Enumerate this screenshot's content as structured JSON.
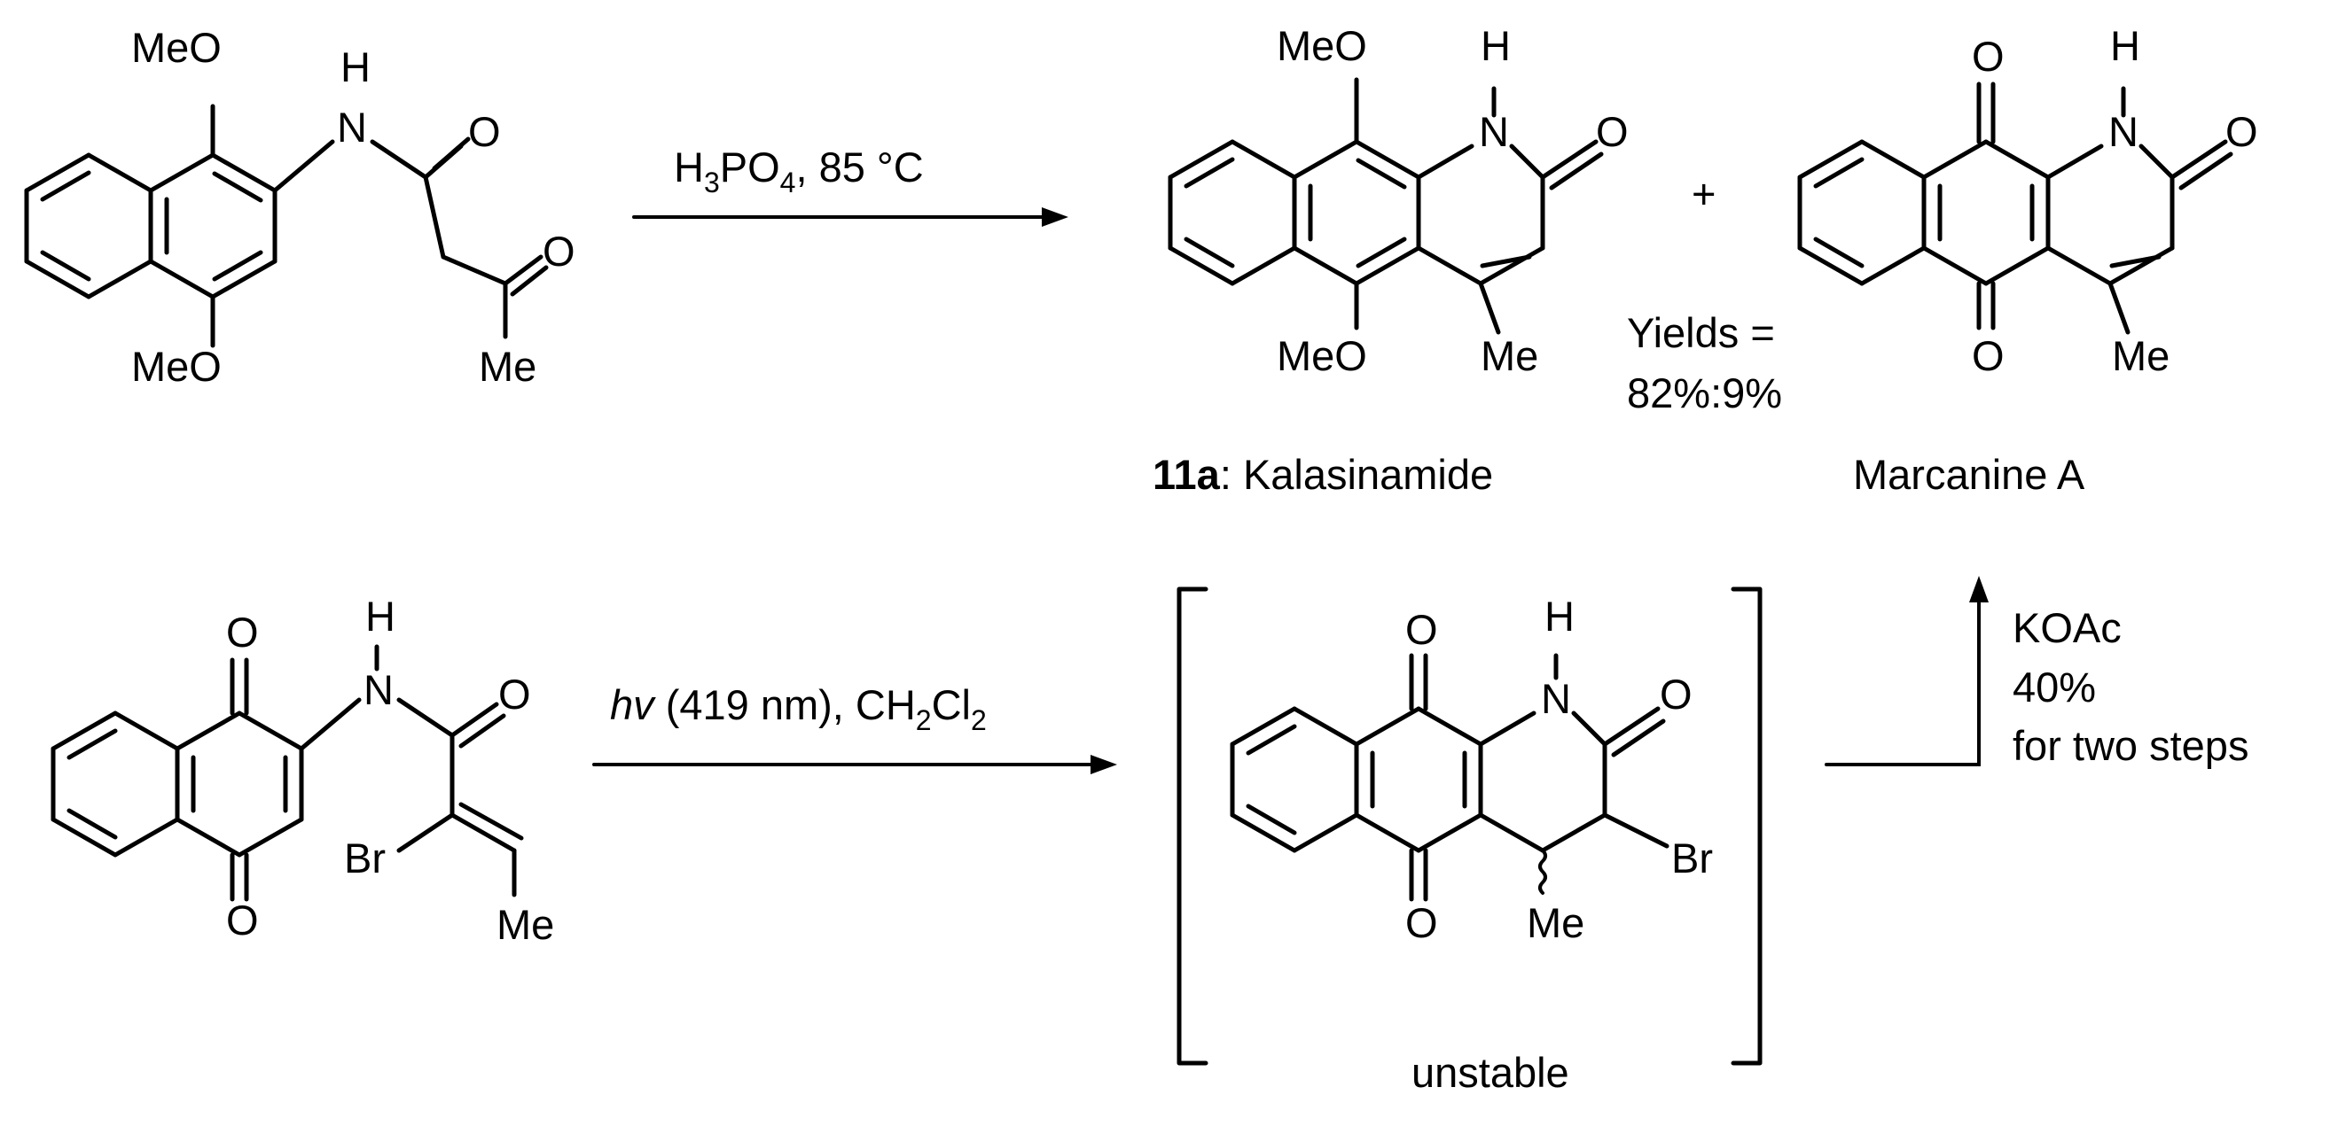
{
  "atoms": {
    "meo": "MeO",
    "h": "H",
    "n": "N",
    "o": "O",
    "me": "Me",
    "br": "Br"
  },
  "reaction1": {
    "conditions": {
      "reagent_main": "H",
      "reagent_sub1": "3",
      "reagent_mid": "PO",
      "reagent_sub2": "4",
      "reagent_tail": ", 85 °C"
    },
    "plus": "+",
    "yields_label": "Yields  =",
    "yields_value": "82%:9%",
    "product1_number": "11a",
    "product1_name": ": Kalasinamide",
    "product2_name": "Marcanine A"
  },
  "reaction2": {
    "conditions": {
      "hv": "hv",
      "wavelength": " (419 nm), CH",
      "sub1": "2",
      "cl": "Cl",
      "sub2": "2"
    },
    "intermediate_label": "unstable",
    "step_reagent": "KOAc",
    "step_yield": "40%",
    "step_note": "for two steps"
  }
}
